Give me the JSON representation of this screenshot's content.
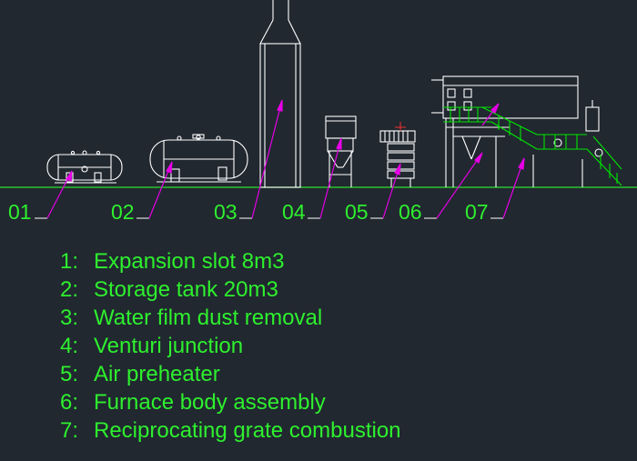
{
  "callouts": [
    "01",
    "02",
    "03",
    "04",
    "05",
    "06",
    "07"
  ],
  "legend": [
    {
      "num": "1:",
      "text": "Expansion slot 8m3"
    },
    {
      "num": "2:",
      "text": "Storage tank 20m3"
    },
    {
      "num": "3:",
      "text": "Water film dust removal"
    },
    {
      "num": "4:",
      "text": "Venturi junction"
    },
    {
      "num": "5:",
      "text": "Air preheater"
    },
    {
      "num": "6:",
      "text": "Furnace body assembly"
    },
    {
      "num": "7:",
      "text": "Reciprocating grate combustion"
    }
  ],
  "colors": {
    "background": "#212830",
    "label_green": "#2ef02e",
    "leader_magenta": "#e600e6",
    "equipment_white": "#ffffff",
    "grating_green": "#00e600"
  }
}
